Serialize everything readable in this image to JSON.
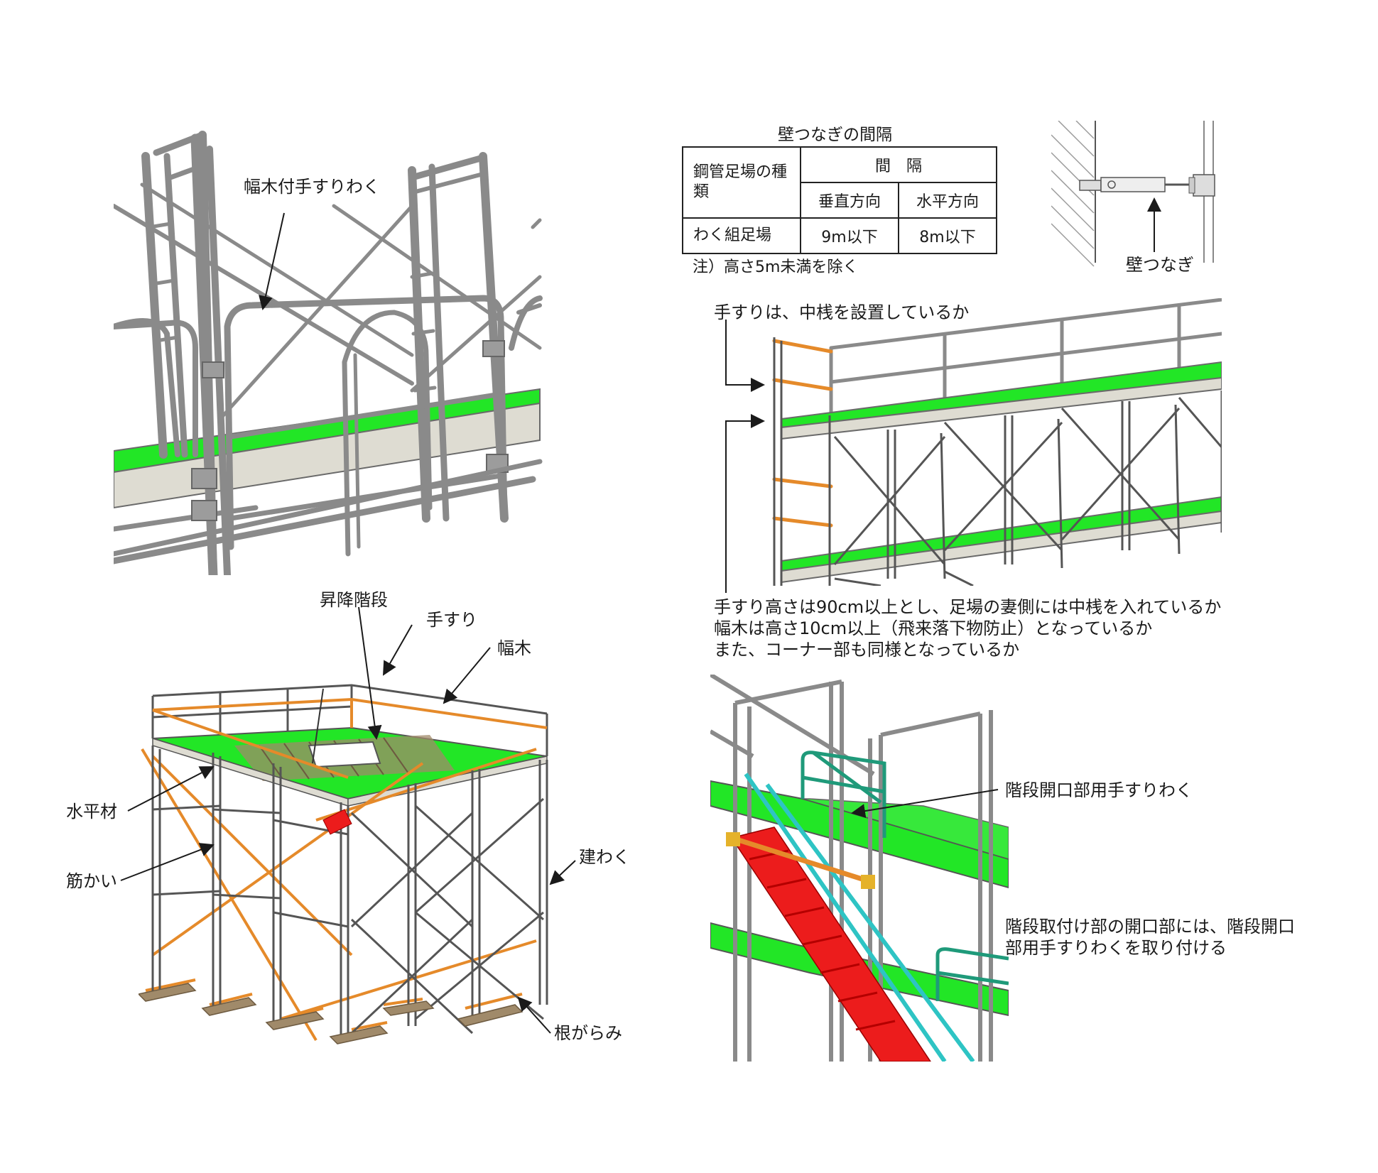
{
  "labels": {
    "habaki_tesuri_waku": "幅木付手すりわく",
    "shoukou_kaidan": "昇降階段",
    "tesuri": "手すり",
    "habaki": "幅木",
    "suiheizai": "水平材",
    "sujikai": "筋かい",
    "tatewaku": "建わく",
    "negarami": "根がらみ",
    "kabetsunagi": "壁つなぎ",
    "kaidan_kaikoubu_tesuri_waku": "階段開口部用手すりわく"
  },
  "notes": {
    "nakasan_check": "手すりは、中桟を設置しているか",
    "height_line1": "手すり高さは90cm以上とし、足場の妻側には中桟を入れているか",
    "height_line2": "幅木は高さ10cm以上（飛来落下物防止）となっているか",
    "height_line3": "また、コーナー部も同様となっているか",
    "stair_line1": "階段取付け部の開口部には、階段開口",
    "stair_line2": "部用手すりわくを取り付ける"
  },
  "spacing_table": {
    "title": "壁つなぎの間隔",
    "type_header": "鋼管足場の種類",
    "interval_header": "間　隔",
    "vertical_header": "垂直方向",
    "horizontal_header": "水平方向",
    "row_type": "わく組足場",
    "row_vertical": "9m以下",
    "row_horizontal": "8m以下",
    "footnote": "注）高さ5m未満を除く"
  },
  "colors": {
    "frame_gray": "#8a8a8a",
    "plank_green": "#22e626",
    "toe_board": "#dedcd2",
    "handrail_orange": "#e58a2a",
    "stair_red": "#ec1c1c",
    "stair_cyan": "#2ec4c4",
    "guard_teal": "#1f9a7a",
    "wood_brown": "#a08a6a"
  }
}
